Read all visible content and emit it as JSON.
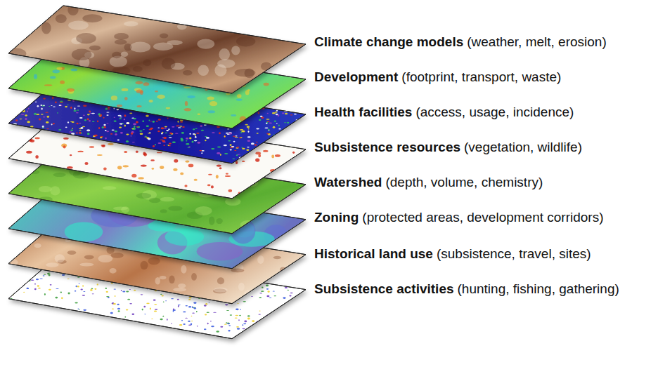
{
  "diagram": {
    "labels": [
      "Climate change models",
      "(weather, melt, erosion)",
      "Development",
      "(footprint, transport, waste)",
      "Health facilities",
      "(access, usage, incidence)",
      "Subsistence resources",
      "(vegetation, wildlife)",
      "Watershed",
      "(depth, volume, chemistry)",
      "Zoning",
      "(protected areas, development corridors)",
      "Historical land use",
      "(subsistence, travel, sites)",
      "Subsistence activities",
      "(hunting, fishing, gathering)"
    ]
  }
}
